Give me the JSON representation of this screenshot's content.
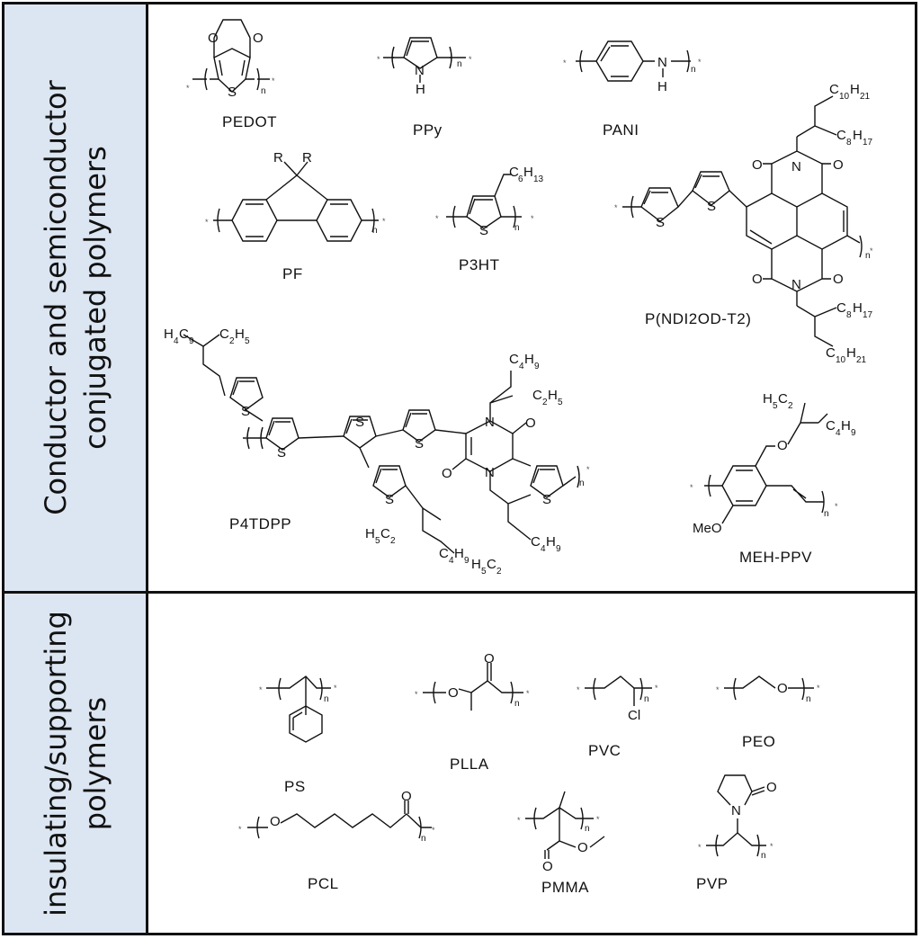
{
  "categories": {
    "conductive": {
      "line1": "Conductor and semiconductor",
      "line2": "conjugated polymers"
    },
    "insulating": {
      "line1": "insulating/supporting",
      "line2": "polymers"
    }
  },
  "polymers": {
    "pedot": "PEDOT",
    "ppy": "PPy",
    "pani": "PANI",
    "pf": "PF",
    "p3ht": "P3HT",
    "ndi": "P(NDI2OD-T2)",
    "p4tdpp": "P4TDPP",
    "mehppv": "MEH-PPV",
    "ps": "PS",
    "plla": "PLLA",
    "pvc": "PVC",
    "peo": "PEO",
    "pcl": "PCL",
    "pmma": "PMMA",
    "pvp": "PVP"
  },
  "atoms": {
    "O": "O",
    "S": "S",
    "N": "N",
    "H": "H",
    "R": "R",
    "Cl": "Cl",
    "MeO": "MeO",
    "n": "n",
    "star": "*",
    "C": "C",
    "H_": "H",
    "c10": "10",
    "h21": "21",
    "c8": "8",
    "h17": "17",
    "c6": "6",
    "h13": "13",
    "c4": "4",
    "h9": "9",
    "c2": "2",
    "h5": "5"
  }
}
